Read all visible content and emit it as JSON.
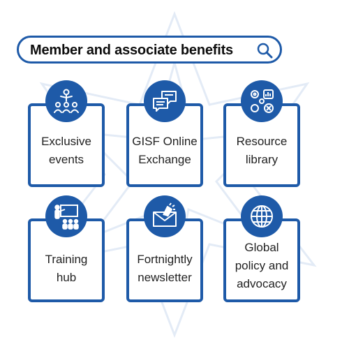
{
  "header": {
    "title": "Member and associate benefits"
  },
  "cards": [
    {
      "line1": "Exclusive",
      "line2": "events",
      "line3": "",
      "icon": "presenter-audience-icon"
    },
    {
      "line1": "GISF Online",
      "line2": "Exchange",
      "line3": "",
      "icon": "chat-bubbles-icon"
    },
    {
      "line1": "Resource",
      "line2": "library",
      "line3": "",
      "icon": "resources-gears-icon"
    },
    {
      "line1": "Training",
      "line2": "hub",
      "line3": "",
      "icon": "training-board-icon"
    },
    {
      "line1": "Fortnightly",
      "line2": "newsletter",
      "line3": "",
      "icon": "envelope-icon"
    },
    {
      "line1": "Global",
      "line2": "policy and",
      "line3": "advocacy",
      "icon": "globe-icon"
    }
  ],
  "colors": {
    "accent": "#1e5aa8",
    "text": "#222222",
    "background": "#ffffff"
  }
}
